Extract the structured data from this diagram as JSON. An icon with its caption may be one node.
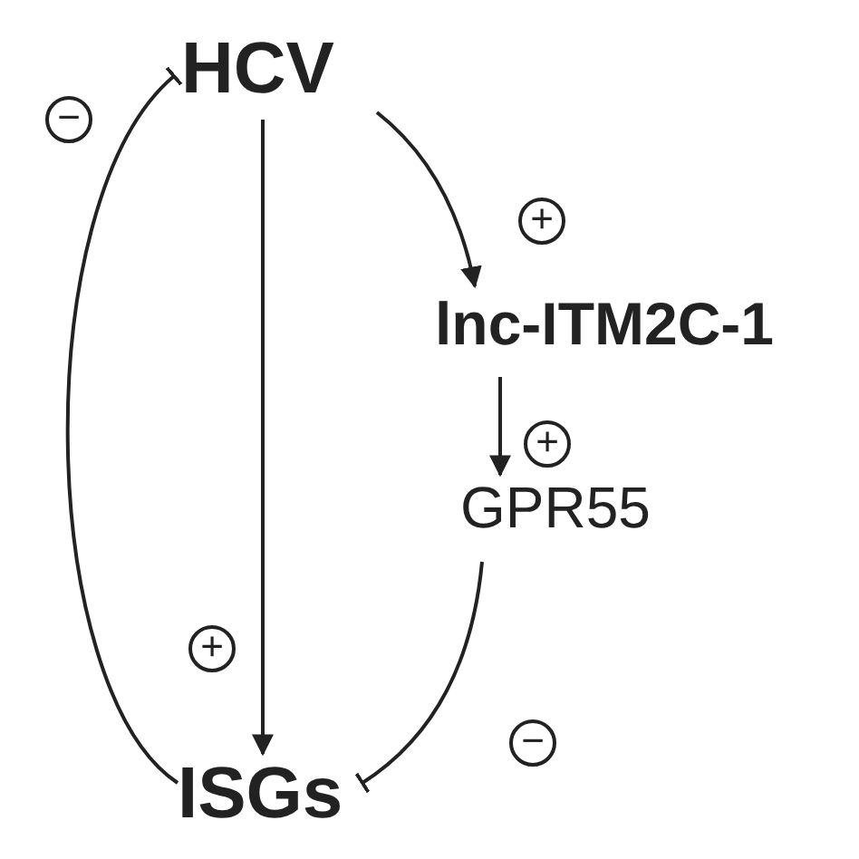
{
  "diagram": {
    "nodes": [
      {
        "text": [
          "HCV"
        ]
      },
      {
        "text": [
          "lnc-ITM2C-1"
        ]
      },
      {
        "text": [
          "GPR55"
        ]
      },
      {
        "text": [
          "ISGs"
        ]
      }
    ],
    "edges": [
      {
        "from": 0,
        "to": 1,
        "arrow": "to",
        "label": "+"
      },
      {
        "from": 1,
        "to": 2,
        "arrow": "to",
        "label": "+"
      },
      {
        "from": 2,
        "to": 3,
        "arrow": "other",
        "label": "−"
      },
      {
        "from": 0,
        "to": 3,
        "arrow": "to",
        "label": "+"
      },
      {
        "from": 3,
        "to": 0,
        "arrow": "other",
        "label": "−"
      }
    ]
  }
}
